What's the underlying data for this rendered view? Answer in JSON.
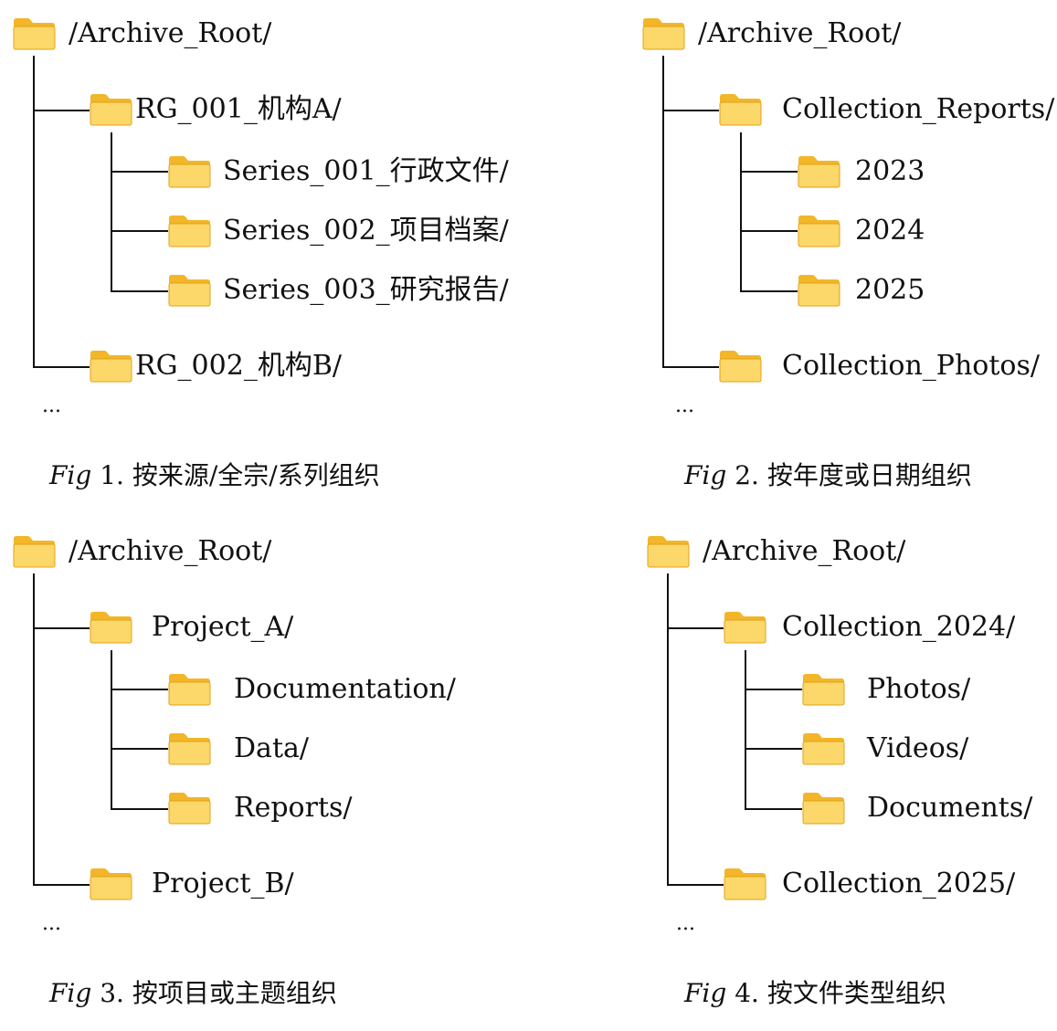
{
  "colors": {
    "folder_light": "#FCD86A",
    "folder_dark": "#F2B628",
    "folder_edge": "#E0A21B"
  },
  "panels": [
    {
      "root": "/Archive_Root/",
      "top": "RG_001_机构A/",
      "children": [
        "Series_001_行政文件/",
        "Series_002_项目档案/",
        "Series_003_研究报告/"
      ],
      "bottom": "RG_002_机构B/",
      "ellipsis": "...",
      "caption_fig": "Fig",
      "caption_num": "1.",
      "caption_text": "按来源/全宗/系列组织"
    },
    {
      "root": "/Archive_Root/",
      "top": "Collection_Reports/",
      "children": [
        "2023",
        "2024",
        "2025"
      ],
      "bottom": "Collection_Photos/",
      "ellipsis": "...",
      "caption_fig": "Fig",
      "caption_num": "2.",
      "caption_text": "按年度或日期组织"
    },
    {
      "root": "/Archive_Root/",
      "top": "Project_A/",
      "children": [
        "Documentation/",
        "Data/",
        "Reports/"
      ],
      "bottom": "Project_B/",
      "ellipsis": "...",
      "caption_fig": "Fig",
      "caption_num": "3.",
      "caption_text": "按项目或主题组织"
    },
    {
      "root": "/Archive_Root/",
      "top": "Collection_2024/",
      "children": [
        "Photos/",
        "Videos/",
        "Documents/"
      ],
      "bottom": "Collection_2025/",
      "ellipsis": "...",
      "caption_fig": "Fig",
      "caption_num": "4.",
      "caption_text": "按文件类型组织"
    }
  ]
}
